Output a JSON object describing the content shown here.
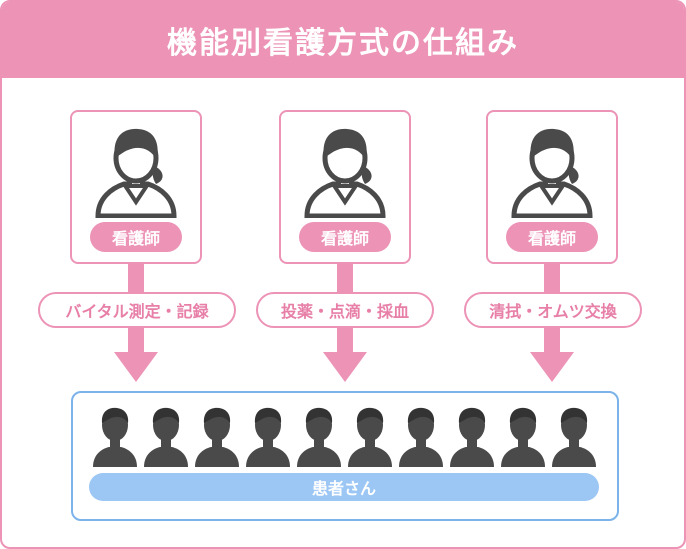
{
  "title": "機能別看護方式の仕組み",
  "colors": {
    "pink": "#ec93b6",
    "blue_border": "#7bb3ea",
    "blue_pill": "#9cc7f5",
    "person": "#4a4a4a"
  },
  "nurses": [
    {
      "role": "看護師",
      "task": "バイタル測定・記録",
      "icon": "nurse-icon"
    },
    {
      "role": "看護師",
      "task": "投薬・点滴・採血",
      "icon": "nurse-icon"
    },
    {
      "role": "看護師",
      "task": "清拭・オムツ交換",
      "icon": "nurse-icon"
    }
  ],
  "patients": {
    "label": "患者さん",
    "count": 10,
    "icon": "patient-icon"
  }
}
